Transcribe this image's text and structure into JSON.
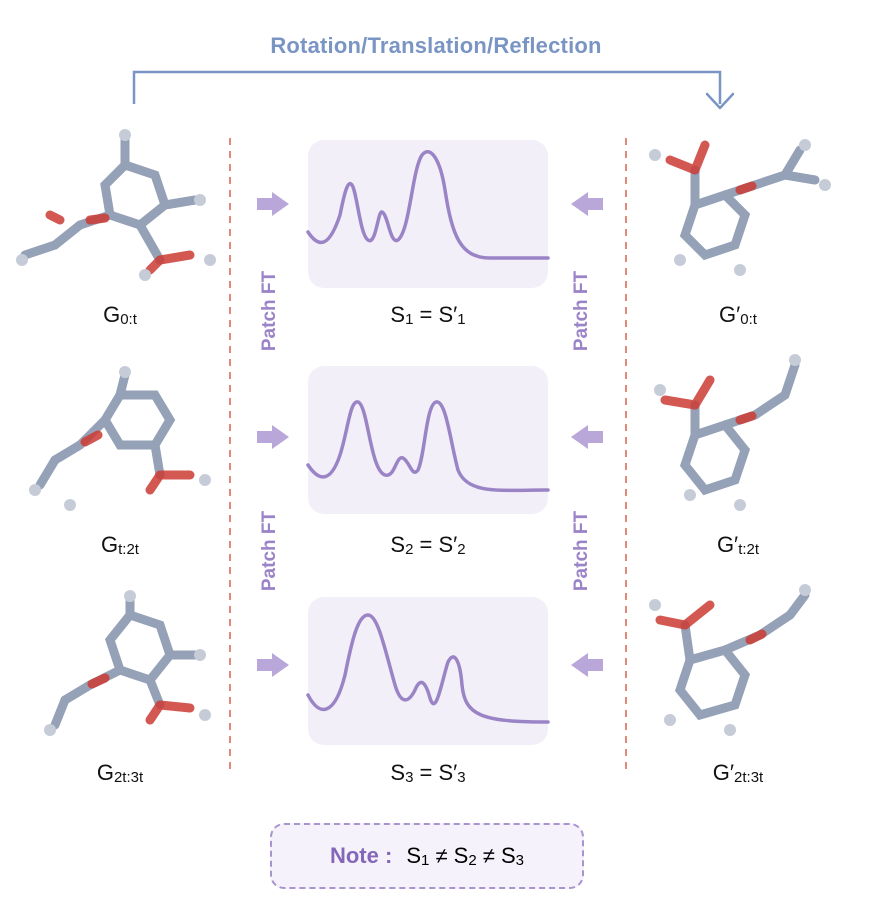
{
  "title": "Rotation/Translation/Reflection",
  "left_labels": [
    {
      "base": "G",
      "sub": "0:t"
    },
    {
      "base": "G",
      "sub": "t:2t"
    },
    {
      "base": "G",
      "sub": "2t:3t"
    }
  ],
  "right_labels": [
    {
      "base": "G′",
      "sub": "0:t"
    },
    {
      "base": "G′",
      "sub": "t:2t"
    },
    {
      "base": "G′",
      "sub": "2t:3t"
    }
  ],
  "spectrum_labels": [
    {
      "s": "S",
      "i": "1",
      "eq": " = S′",
      "j": "1"
    },
    {
      "s": "S",
      "i": "2",
      "eq": " = S′",
      "j": "2"
    },
    {
      "s": "S",
      "i": "3",
      "eq": " = S′",
      "j": "3"
    }
  ],
  "patch_ft": "Patch FT",
  "note": {
    "label": "Note :",
    "s": "S",
    "i1": "1",
    "neq1": " ≠ S",
    "i2": "2",
    "neq2": " ≠ S",
    "i3": "3"
  },
  "colors": {
    "title": "#7a95c4",
    "accent_purple": "#9b83c8",
    "spectrum_line": "#9a84c6",
    "panel_bg": "#f3eff9",
    "dashed_divider": "#e08a7c",
    "atom_carbon": "#8f9db3",
    "atom_oxygen": "#cc3b34"
  }
}
